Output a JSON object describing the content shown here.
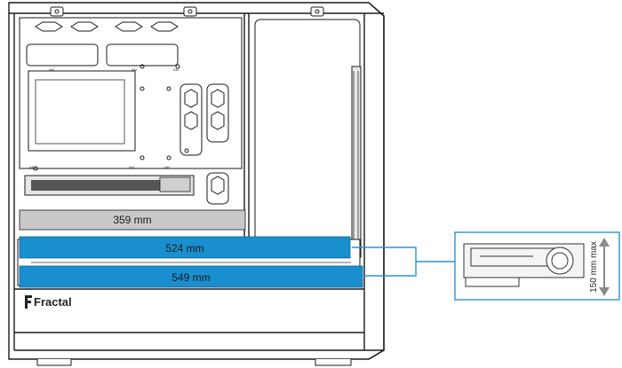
{
  "brand": {
    "name": "Fractal"
  },
  "gpu_clearance": {
    "bars": [
      {
        "label": "359 mm",
        "value_mm": 359,
        "color": "#c8c8c8"
      },
      {
        "label": "524 mm",
        "value_mm": 524,
        "color": "#1a8fd0"
      },
      {
        "label": "549 mm",
        "value_mm": 549,
        "color": "#1a8fd0"
      }
    ]
  },
  "inset": {
    "height_label": "150 mm max",
    "accent_color": "#2a93d5",
    "arrow_color": "#8a8a8a"
  },
  "motherboard_labels": {
    "tag": "AM"
  }
}
